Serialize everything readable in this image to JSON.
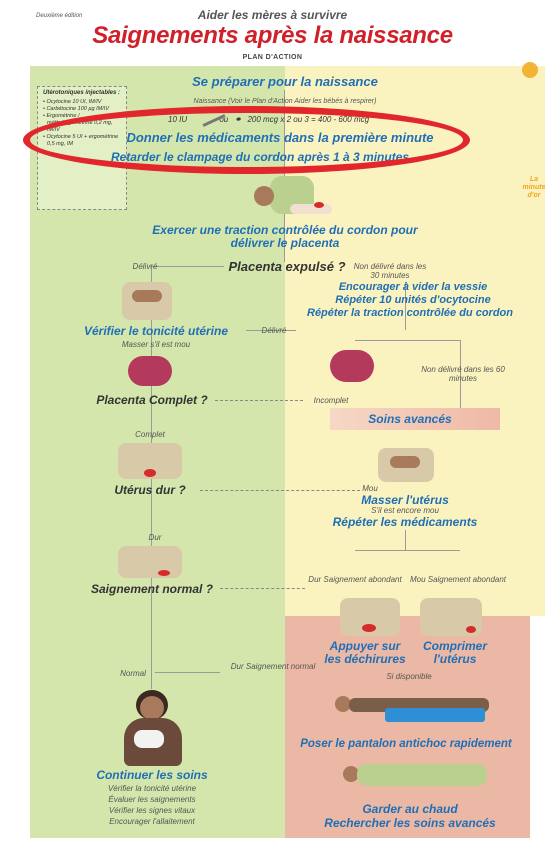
{
  "header": {
    "edition": "Deuxième édition",
    "supertitle": "Aider les mères à survivre",
    "title": "Saignements après la naissance",
    "subtitle": "PLAN D'ACTION"
  },
  "sidebar": {
    "title": "Utérotoniques injectables :",
    "items": [
      "• Ocytocine 10 UI, IM/IV",
      "• Carbétocine 100 µg IM/IV",
      "• Ergométrine / méthylergométrine 0,2 mg, IM/IV",
      "• Ocytocine 5 UI + ergométrine 0,5 mg, IM"
    ]
  },
  "golden_minute": "La minute d'or",
  "steps": {
    "prepare": "Se préparer pour la naissance",
    "birth": "Naissance (Voir le Plan d'Action Aider les bébés à respirer)",
    "dose_left": "10 IU",
    "dose_mid": "ou",
    "dose_right": "200 mcg x 2 ou 3 = 400 - 600 mcg",
    "give_meds": "Donner les médicaments dans la première minute",
    "delay_cord": "Retarder le clampage du cordon après 1 à 3 minutes",
    "traction": "Exercer une traction contrôlée du cordon pour délivrer le placenta",
    "placenta_q": "Placenta expulsé ?",
    "delivered": "Délivré",
    "not_delivered_30": "Non délivré dans les 30 minutes",
    "bladder": "Encourager à vider la vessie",
    "repeat_oxy": "Répéter 10 unités d'ocytocine",
    "repeat_traction": "Répéter la traction contrôlée du cordon",
    "check_tone": "Vérifier le tonicité utérine",
    "massage_if_soft": "Masser s'il est mou",
    "delivered2": "Délivré",
    "not_delivered_60": "Non délivré dans les 60 minutes",
    "placenta_complete_q": "Placenta Complet ?",
    "incomplete": "Incomplet",
    "advanced_care": "Soins avancés",
    "complete": "Complet",
    "uterus_hard_q": "Utérus dur ?",
    "soft": "Mou",
    "massage_uterus": "Masser l'utérus",
    "if_still_soft": "S'il est encore mou",
    "repeat_meds": "Répéter les médicaments",
    "hard": "Dur",
    "bleeding_normal_q": "Saignement normal ?",
    "hard_heavy": "Dur Saignement abondant",
    "soft_heavy": "Mou Saignement abondant",
    "press_tears": "Appuyer sur les déchirures",
    "compress_uterus": "Comprimer l'utérus",
    "normal": "Normal",
    "hard_abnormal": "Dur Saignement normal",
    "if_available": "Si disponible",
    "anti_shock": "Poser le pantalon antichoc rapidement",
    "continue_care": "Continuer les soins",
    "care_list": [
      "Vérifier la tonicité utérine",
      "Évaluer les saignements",
      "Vérifier les signes vitaux",
      "Encourager l'allaitement"
    ],
    "keep_warm": "Garder au chaud",
    "seek_advanced": "Rechercher les soins avancés"
  },
  "colors": {
    "title_red": "#d0202a",
    "step_blue": "#1f6fb6",
    "green_bg": "#d5e6ad",
    "yellow_bg": "#fbf3bf",
    "pink_bg": "#eab8a5"
  }
}
